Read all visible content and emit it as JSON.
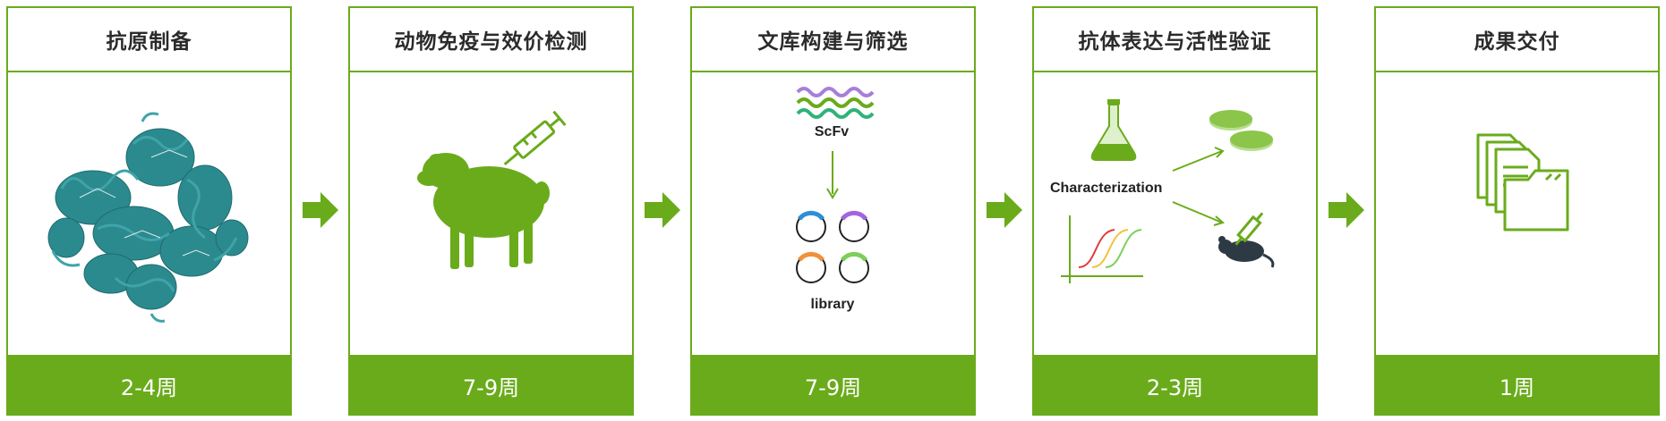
{
  "colors": {
    "accent": "#6aab1b",
    "title_text": "#2b2b2b",
    "duration_text": "#ffffff",
    "protein": "#2b8a8e"
  },
  "steps": [
    {
      "title": "抗原制备",
      "duration": "2-4周",
      "icon": "protein-structure-icon"
    },
    {
      "title": "动物免疫与效价检测",
      "duration": "7-9周",
      "icon": "sheep-syringe-icon"
    },
    {
      "title": "文库构建与筛选",
      "duration": "7-9周",
      "icon": "scfv-library-icon",
      "labels": {
        "top": "ScFv",
        "bottom": "library"
      }
    },
    {
      "title": "抗体表达与活性验证",
      "duration": "2-3周",
      "icon": "characterization-icon",
      "labels": {
        "center": "Characterization"
      }
    },
    {
      "title": "成果交付",
      "duration": "1周",
      "icon": "document-folder-icon"
    }
  ]
}
